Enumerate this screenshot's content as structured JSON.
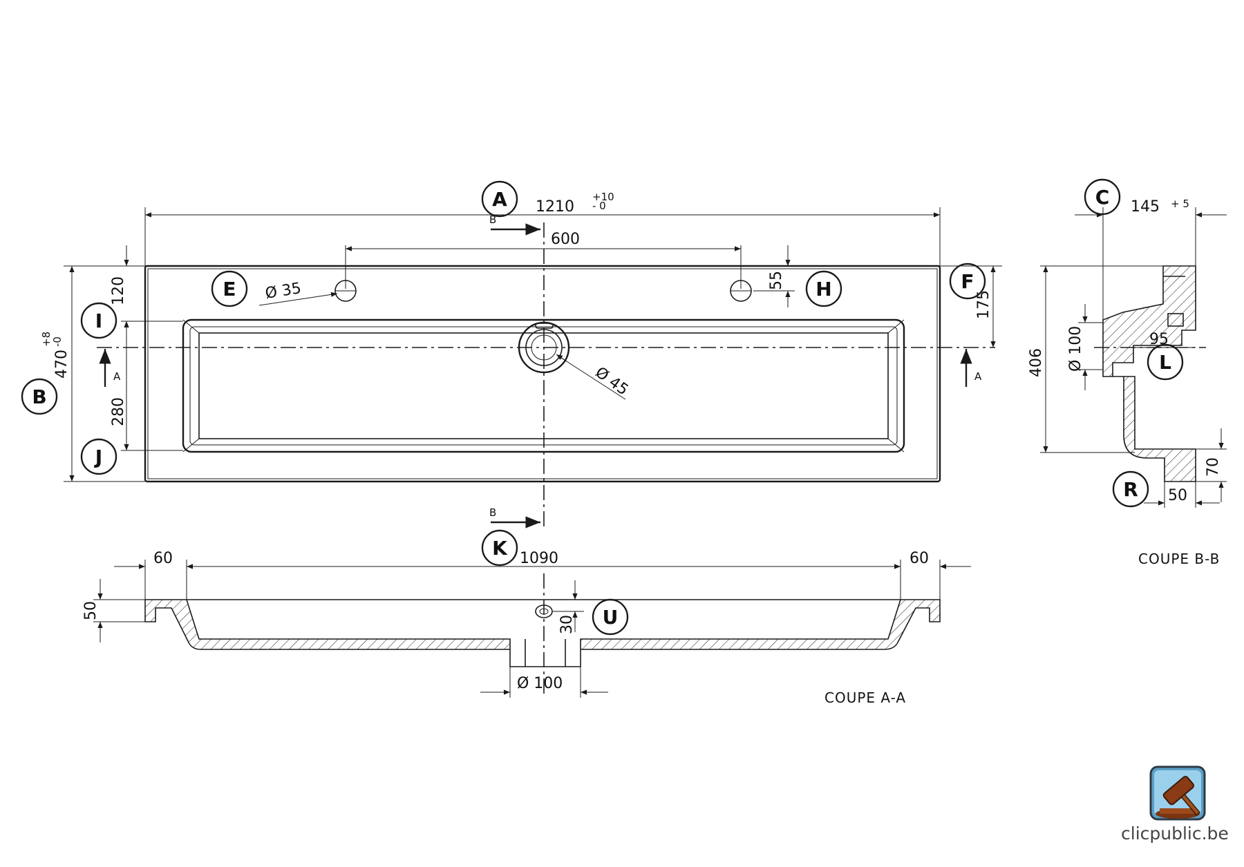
{
  "top_view": {
    "dim_total_width": "1210",
    "dim_width_tol_plus": "+10",
    "dim_width_tol_minus": "- 0",
    "dim_tap_spacing": "600",
    "dim_hole_diameter": "Ø 35",
    "dim_hole_offset": "55",
    "dim_drain_diameter": "Ø 45",
    "dim_depth": "470",
    "dim_depth_tol_plus": "+8",
    "dim_depth_tol_minus": "-0",
    "dim_back_edge": "120",
    "dim_basin_depth": "280",
    "dim_center_offset": "175",
    "section_b": "B",
    "section_a": "A"
  },
  "section_aa": {
    "dim_left": "60",
    "dim_inner": "1090",
    "dim_right": "60",
    "dim_height": "50",
    "dim_overflow": "30",
    "dim_drain": "Ø 100",
    "caption": "COUPE A-A"
  },
  "section_bb": {
    "dim_width": "145",
    "dim_width_tol": "+ 5",
    "dim_width_tol_minus": "-",
    "dim_depth": "406",
    "dim_drain": "Ø 100",
    "dim_95": "95",
    "dim_70": "70",
    "dim_50": "50",
    "caption": "COUPE B-B"
  },
  "callouts": [
    "A",
    "B",
    "C",
    "E",
    "F",
    "H",
    "I",
    "J",
    "K",
    "L",
    "R",
    "U"
  ],
  "logo": {
    "brand": "clicpublic.be",
    "icon": "gavel-icon"
  }
}
